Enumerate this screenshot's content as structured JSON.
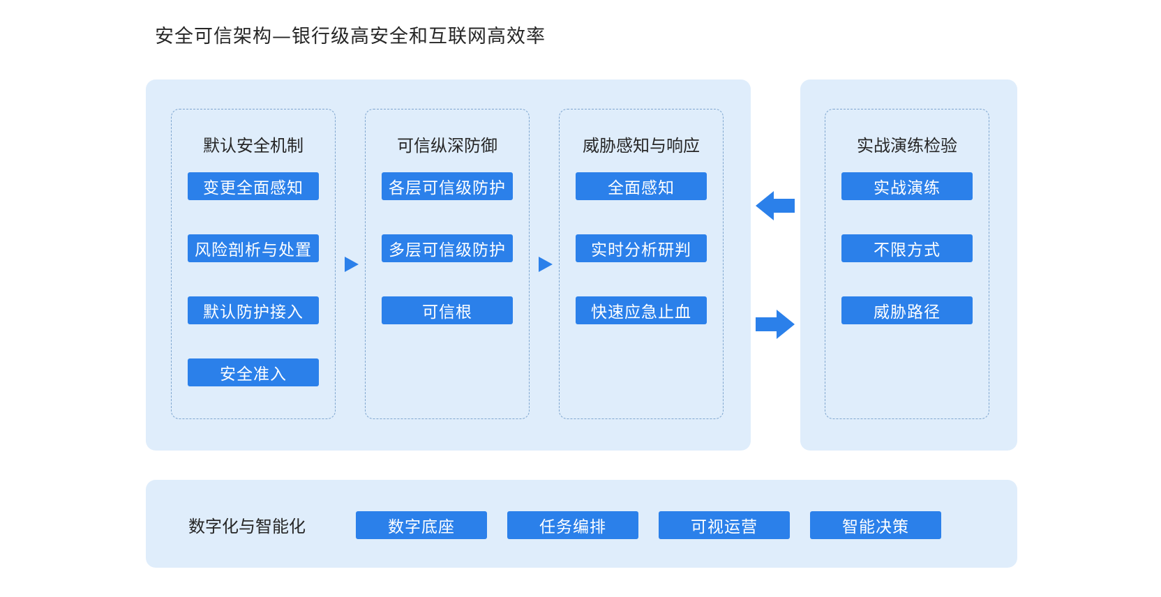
{
  "title": "安全可信架构—银行级高安全和互联网高效率",
  "columns": [
    {
      "title": "默认安全机制",
      "items": [
        "变更全面感知",
        "风险剖析与处置",
        "默认防护接入",
        "安全准入"
      ]
    },
    {
      "title": "可信纵深防御",
      "items": [
        "各层可信级防护",
        "多层可信级防护",
        "可信根"
      ]
    },
    {
      "title": "威胁感知与响应",
      "items": [
        "全面感知",
        "实时分析研判",
        "快速应急止血"
      ]
    }
  ],
  "drill": {
    "title": "实战演练检验",
    "items": [
      "实战演练",
      "不限方式",
      "威胁路径"
    ]
  },
  "digital": {
    "label": "数字化与智能化",
    "items": [
      "数字底座",
      "任务编排",
      "可视运营",
      "智能决策"
    ]
  },
  "colors": {
    "accent": "#2b80ea",
    "panel": "#dfedfb",
    "dashed_border": "#7fa6cf"
  },
  "icons": [
    "arrow-right-icon",
    "arrow-right-icon",
    "big-arrow-left-icon",
    "big-arrow-right-icon"
  ]
}
